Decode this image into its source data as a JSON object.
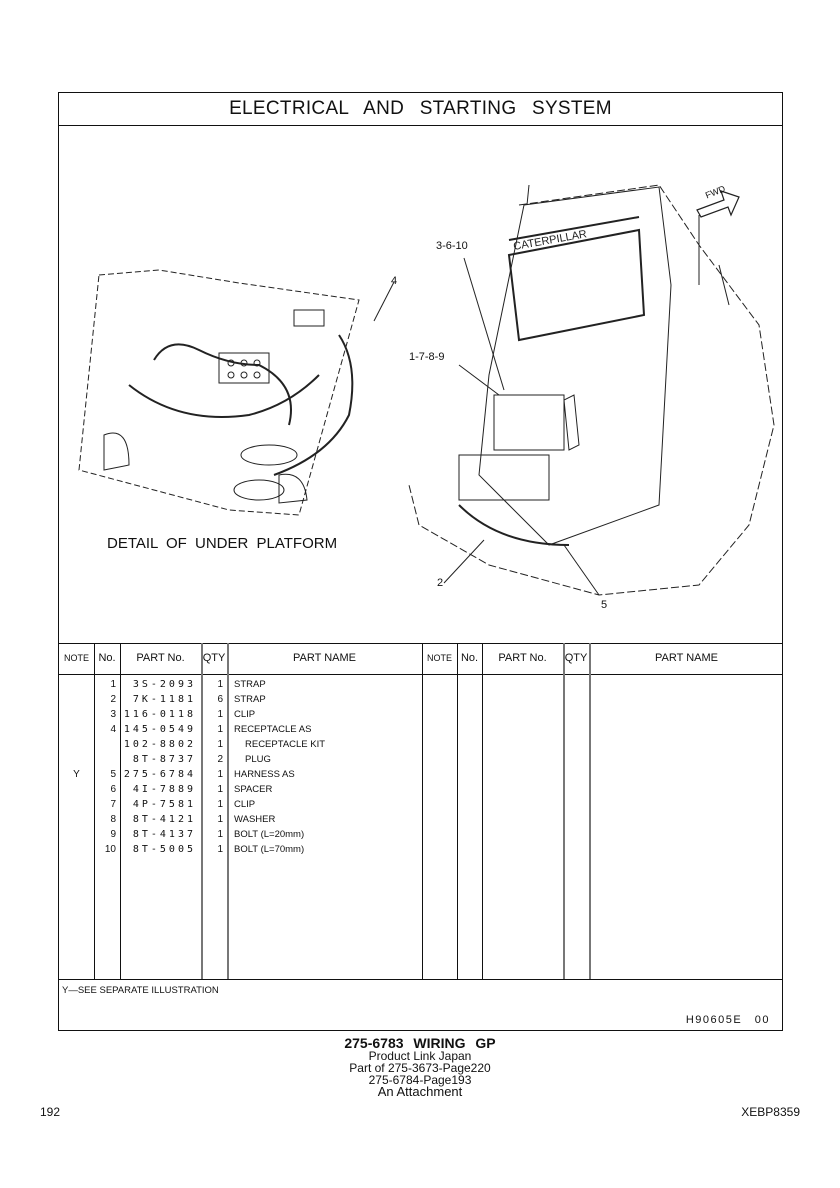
{
  "title": "ELECTRICAL AND STARTING SYSTEM",
  "illustration": {
    "detail_caption": "DETAIL OF UNDER PLATFORM",
    "callouts": [
      "3-6-10",
      "4",
      "1-7-8-9",
      "2",
      "5"
    ],
    "fwd_label": "FWD",
    "brand_text": "CATERPILLAR"
  },
  "table": {
    "headers": {
      "note": "NOTE",
      "no": "No.",
      "part_no": "PART No.",
      "qty": "QTY",
      "part_name": "PART NAME"
    },
    "rows": [
      {
        "note": "",
        "no": "1",
        "part_no": "3S-2093",
        "qty": "1",
        "name": "STRAP",
        "indent": false
      },
      {
        "note": "",
        "no": "2",
        "part_no": "7K-1181",
        "qty": "6",
        "name": "STRAP",
        "indent": false
      },
      {
        "note": "",
        "no": "3",
        "part_no": "116-0118",
        "qty": "1",
        "name": "CLIP",
        "indent": false
      },
      {
        "note": "",
        "no": "4",
        "part_no": "145-0549",
        "qty": "1",
        "name": "RECEPTACLE AS",
        "indent": false
      },
      {
        "note": "",
        "no": "",
        "part_no": "102-8802",
        "qty": "1",
        "name": "RECEPTACLE KIT",
        "indent": true
      },
      {
        "note": "",
        "no": "",
        "part_no": "8T-8737",
        "qty": "2",
        "name": "PLUG",
        "indent": true
      },
      {
        "note": "Y",
        "no": "5",
        "part_no": "275-6784",
        "qty": "1",
        "name": "HARNESS AS",
        "indent": false
      },
      {
        "note": "",
        "no": "6",
        "part_no": "4I-7889",
        "qty": "1",
        "name": "SPACER",
        "indent": false
      },
      {
        "note": "",
        "no": "7",
        "part_no": "4P-7581",
        "qty": "1",
        "name": "CLIP",
        "indent": false
      },
      {
        "note": "",
        "no": "8",
        "part_no": "8T-4121",
        "qty": "1",
        "name": "WASHER",
        "indent": false
      },
      {
        "note": "",
        "no": "9",
        "part_no": "8T-4137",
        "qty": "1",
        "name": "BOLT (L=20mm)",
        "indent": false
      },
      {
        "note": "",
        "no": "10",
        "part_no": "8T-5005",
        "qty": "1",
        "name": "BOLT (L=70mm)",
        "indent": false
      }
    ]
  },
  "footnote": "Y—SEE SEPARATE ILLUSTRATION",
  "illustration_code": "H90605E 00",
  "caption": {
    "group": "275-6783 WIRING GP",
    "line1": "Product Link Japan",
    "line2": "Part of 275-3673-Page220",
    "line3": "275-6784-Page193",
    "line4": "An Attachment"
  },
  "page_number": "192",
  "doc_number": "XEBP8359"
}
